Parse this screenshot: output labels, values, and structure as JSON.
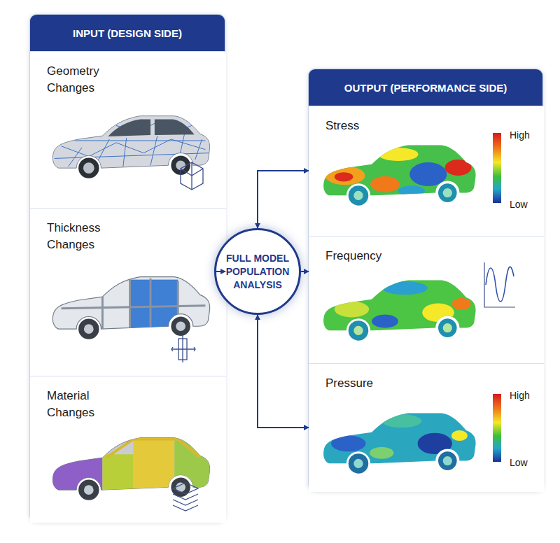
{
  "diagram": {
    "nodes": [
      {
        "text": [
          "INPUT (DESIGN SIDE)"
        ]
      },
      {
        "text": [
          "Geometry Changes"
        ],
        "in": 0
      },
      {
        "text": [
          "Thickness Changes"
        ],
        "in": 0
      },
      {
        "text": [
          "Material Changes"
        ],
        "in": 0
      },
      {
        "text": [
          "FULL MODEL POPULATION ANALYSIS"
        ]
      },
      {
        "text": [
          "OUTPUT (PERFORMANCE SIDE)"
        ]
      },
      {
        "text": [
          "Stress"
        ],
        "in": 5
      },
      {
        "text": [
          "Frequency"
        ],
        "in": 5
      },
      {
        "text": [
          "Pressure"
        ],
        "in": 5
      }
    ],
    "edges": [
      {
        "from": 4,
        "to": 0,
        "arrow": "to"
      },
      {
        "from": 4,
        "to": 6,
        "arrow": "both"
      },
      {
        "from": 4,
        "to": 7,
        "arrow": "to"
      },
      {
        "from": 4,
        "to": 8,
        "arrow": "both"
      }
    ],
    "labels": [
      "High",
      "Low",
      "High",
      "Low"
    ]
  }
}
